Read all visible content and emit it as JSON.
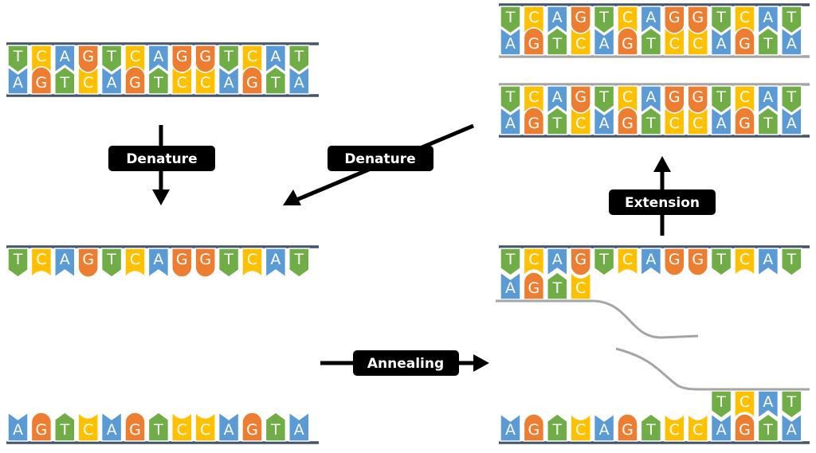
{
  "colors": {
    "T": "#70ad47",
    "C": "#ffc000",
    "A": "#5b9bd5",
    "G": "#ed7d31",
    "backbone_template": "#44546a",
    "backbone_new": "#a5a5a5",
    "label_bg": "#000000",
    "label_text": "#ffffff",
    "arrow": "#000000"
  },
  "sequences": {
    "top_strand": "TCAGTCAGGTCAT",
    "bottom_strand": "AGTCAGTCCAGTA",
    "primer_forward": "AGTC",
    "primer_reverse": "TCAT"
  },
  "panels": {
    "double_strand_start": {
      "top": "TCAGTCAGGTCAT",
      "bottom": "AGTCAGTCCAGTA"
    },
    "single_strand_top": "TCAGTCAGGTCAT",
    "single_strand_bottom": "AGTCAGTCCAGTA",
    "annealed_top": {
      "template": "TCAGTCAGGTCAT",
      "primer": "AGTC"
    },
    "annealed_bottom": {
      "template": "AGTCAGTCCAGTA",
      "primer": "TCAT"
    },
    "product_1": {
      "top": "TCAGTCAGGTCAT",
      "bottom": "AGTCAGTCCAGTA"
    },
    "product_2": {
      "top": "TCAGTCAGGTCAT",
      "bottom": "AGTCAGTCCAGTA"
    }
  },
  "steps": {
    "denature_1": "Denature",
    "denature_2": "Denature",
    "annealing": "Annealing",
    "extension": "Extension"
  }
}
